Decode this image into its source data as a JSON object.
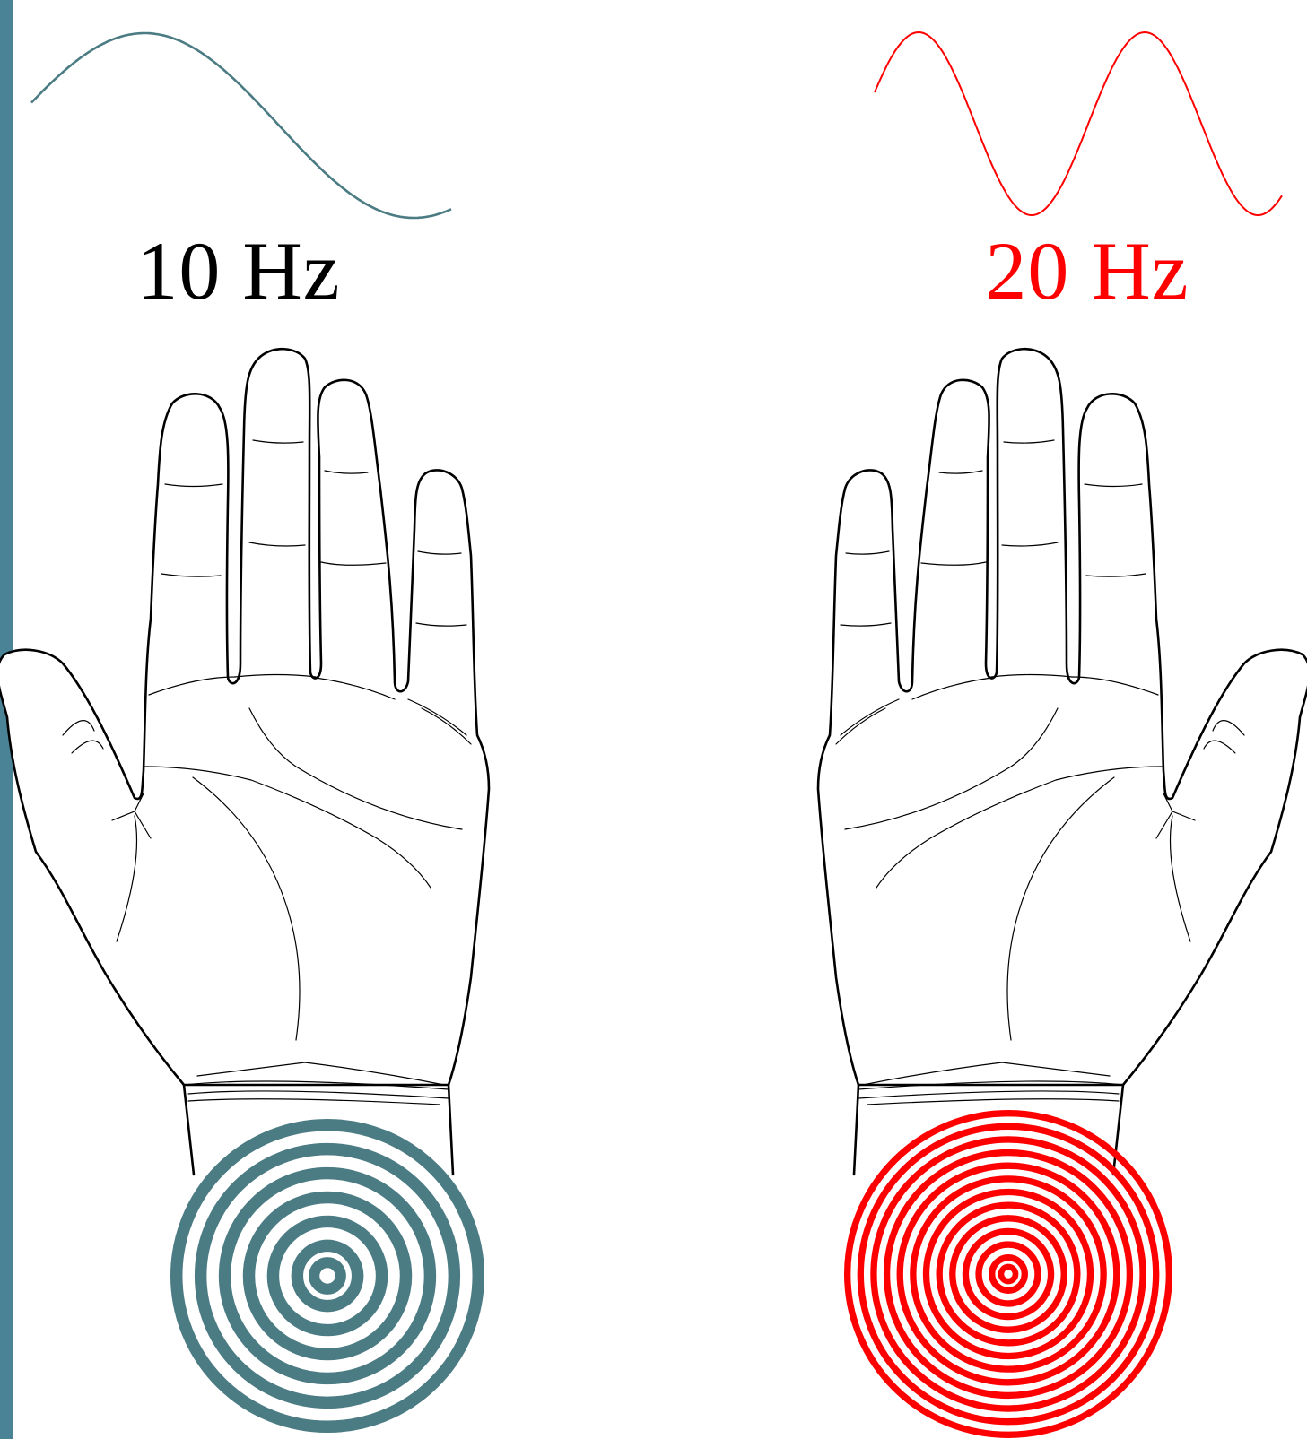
{
  "colors": {
    "teal": "#4b7b83",
    "sidebar": "#4a8396",
    "red": "#ff0000",
    "ink": "#000000"
  },
  "left_stimulus": {
    "label": "10 Hz",
    "label_color": "#000000",
    "wave_color": "#4b7b83",
    "wave_cycles": 1,
    "ring_count": 6
  },
  "right_stimulus": {
    "label": "20 Hz",
    "label_color": "#ff0000",
    "wave_color": "#ff0000",
    "wave_cycles": 2,
    "ring_count": 12
  }
}
